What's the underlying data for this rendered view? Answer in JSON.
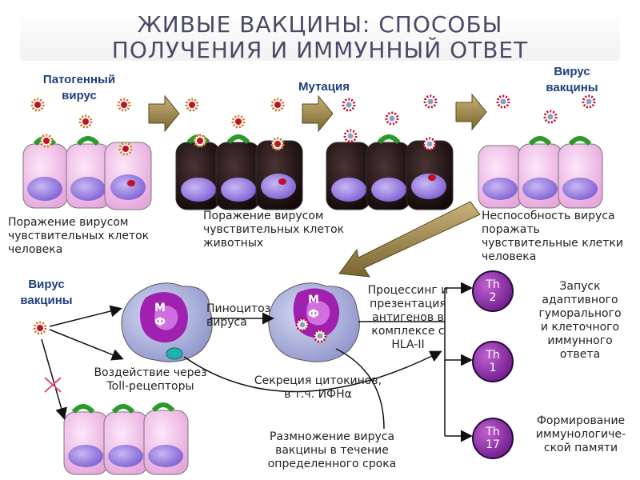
{
  "title": {
    "line1": "ЖИВЫЕ ВАКЦИНЫ: СПОСОБЫ",
    "line2": "ПОЛУЧЕНИЯ И ИММУННЫЙ ОТВЕТ"
  },
  "headers": {
    "pathogenic_virus": "Патогенный\nвирус",
    "mutation": "Мутация",
    "vaccine_virus_top": "Вирус\nвакцины",
    "vaccine_virus_left": "Вирус\nвакцины"
  },
  "captions": {
    "human_damage": "Поражение вирусом\nчувствительных клеток\nчеловека",
    "animal_damage": "Поражение вирусом\nчувствительных клеток\nживотных",
    "inability": "Неспособность вируса\nпоражать\nчувствительные клетки\nчеловека",
    "pinocytosis": "Пиноцитоз\nвируса",
    "processing": "Процессинг и\nпрезентация\nантигенов в\nкомплексе с\nHLA-II",
    "toll": "Воздействие через\nToll-рецепторы",
    "cytokines": "Секреция цитокинов,\nв т.ч. ИФНα",
    "replication": "Размножение вируса\nвакцины в течение\nопределенного срока",
    "adaptive": "Запуск\nадаптивного\nгуморального\nи клеточного\nиммунного\nответа",
    "memory": "Формирование\nиммунологиче-\nской памяти"
  },
  "macrophage_label": "М\nФ",
  "th_cells": [
    {
      "label": "Th\n2"
    },
    {
      "label": "Th\n1"
    },
    {
      "label": "Th\n17"
    }
  ],
  "colors": {
    "title": "#4a4a66",
    "header": "#1f3f7a",
    "human_cell": "#f4c6ee",
    "animal_cell": "#2a1a1a",
    "nucleus": "#9a7fe0",
    "arrow_gold": "#b39d63",
    "th_cell": "#7a1a9a"
  }
}
